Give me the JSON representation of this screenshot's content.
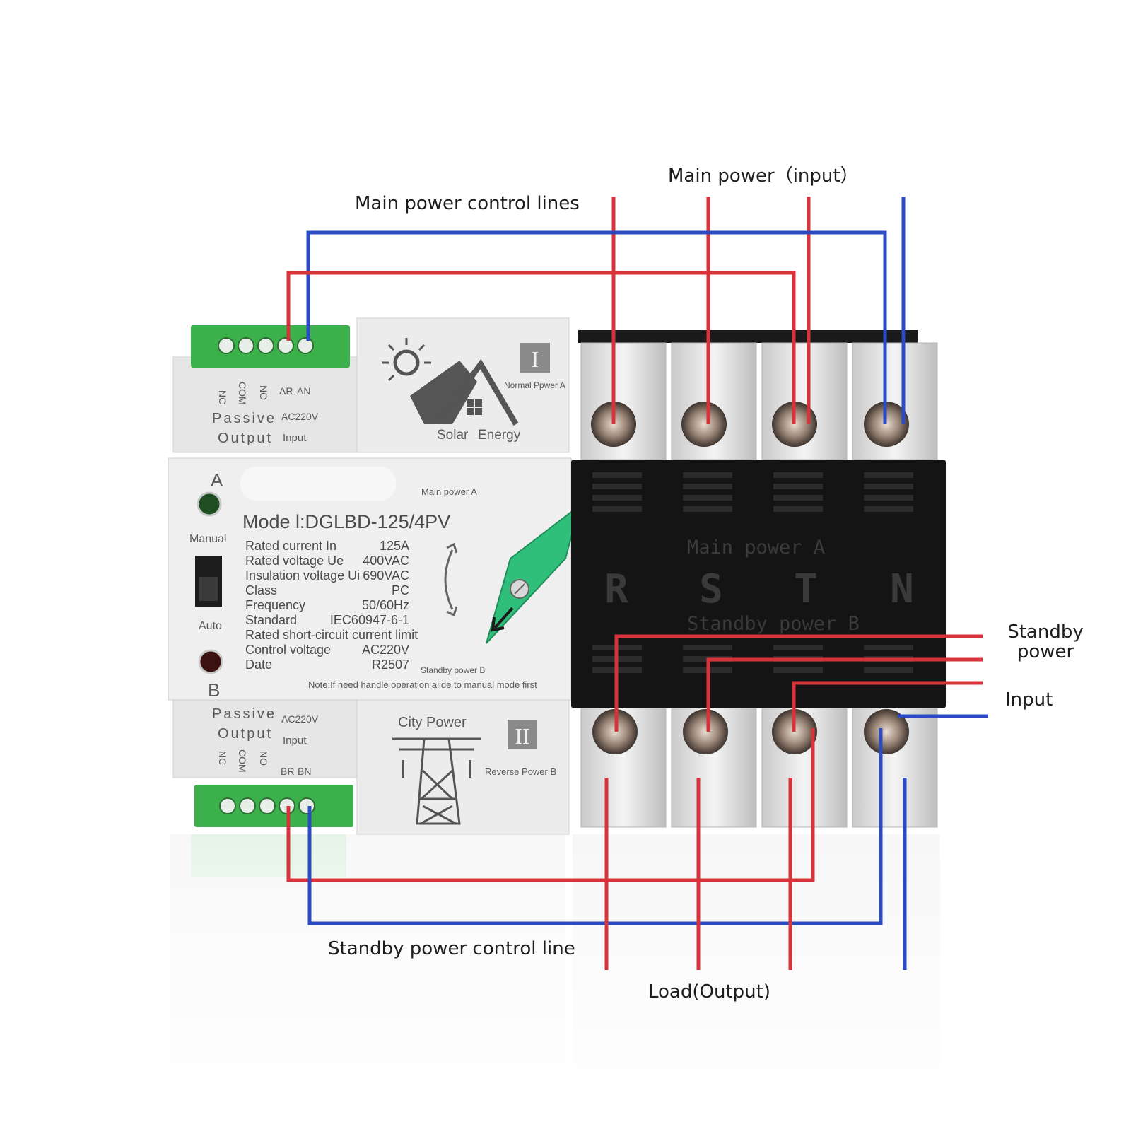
{
  "annotations": {
    "main_power_input": "Main power（input）",
    "main_power_control_lines": "Main power control lines",
    "standby_power": "Standby power",
    "input": "Input",
    "standby_power_control_line": "Standby power control line",
    "load_output": "Load(Output)"
  },
  "top_module": {
    "terminal_labels": [
      "NC",
      "COM",
      "NO",
      "AR",
      "AN"
    ],
    "passive": "Passive",
    "output": "Output",
    "voltage": "AC220V",
    "input": "Input",
    "roman": "I",
    "normal_power": "Normal Ppwer A",
    "solar": "Solar",
    "energy": "Energy"
  },
  "bottom_module": {
    "terminal_labels": [
      "NC",
      "COM",
      "NO",
      "BR",
      "BN"
    ],
    "passive": "Passive",
    "output": "Output",
    "voltage": "AC220V",
    "input": "Input",
    "roman": "II",
    "city_power": "City Power",
    "reverse_power": "Reverse Power B"
  },
  "center_panel": {
    "indicator_a": "A",
    "indicator_b": "B",
    "manual": "Manual",
    "auto": "Auto",
    "model": "Mode l:DGLBD-125/4PV",
    "main_power_a": "Main power A",
    "standby_power_b": "Standby power B",
    "note": "Note:If need handle operation alide to manual mode first",
    "specs": [
      {
        "label": "Rated current In",
        "value": "125A"
      },
      {
        "label": "Rated voltage Ue",
        "value": "400VAC"
      },
      {
        "label": "Insulation voltage Ui",
        "value": "690VAC"
      },
      {
        "label": "Class",
        "value": "PC"
      },
      {
        "label": "Frequency",
        "value": "50/60Hz"
      },
      {
        "label": "Standard",
        "value": "IEC60947-6-1"
      },
      {
        "label": "Rated short-circuit current limit",
        "value": ""
      },
      {
        "label": "Control voltage",
        "value": "AC220V"
      },
      {
        "label": "Date",
        "value": "R2507"
      }
    ]
  },
  "switch_block": {
    "main_power_a": "Main power  A",
    "standby_power_b": "Standby power B",
    "phases": [
      "R",
      "S",
      "T",
      "N"
    ]
  },
  "colors": {
    "live_wire": "#d8323a",
    "neutral_wire": "#2b4bc4",
    "terminal_green": "#3cb04a",
    "handle_green": "#2fbf7a",
    "housing": "#e8e8e8",
    "cover_black": "#141414"
  }
}
